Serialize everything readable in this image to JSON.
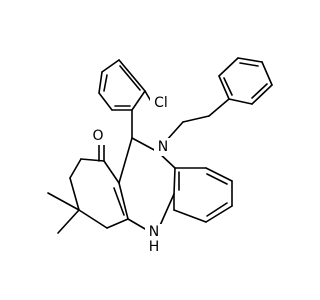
{
  "atoms": {
    "cl": "Cl",
    "o": "O",
    "n_phenethyl": "N",
    "n_amine": "N",
    "h_amine": "H"
  }
}
